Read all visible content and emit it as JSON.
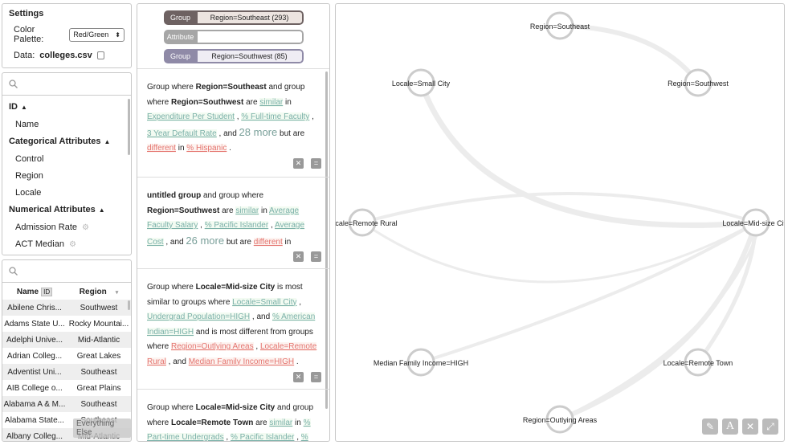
{
  "settings": {
    "title": "Settings",
    "palette_label": "Color Palette:",
    "palette_value": "Red/Green",
    "data_label": "Data:",
    "data_value": "colleges.csv"
  },
  "attributes": {
    "id_header": "ID",
    "id_items": [
      "Name"
    ],
    "categorical_header": "Categorical Attributes",
    "categorical_items": [
      "Control",
      "Region",
      "Locale"
    ],
    "numerical_header": "Numerical Attributes",
    "numerical_items": [
      "Admission Rate",
      "ACT Median"
    ]
  },
  "table": {
    "col_name": "Name",
    "col_region": "Region",
    "id_badge": "ID",
    "rows": [
      [
        "Abilene Chris...",
        "Southwest"
      ],
      [
        "Adams State U...",
        "Rocky Mountai..."
      ],
      [
        "Adelphi Unive...",
        "Mid-Atlantic"
      ],
      [
        "Adrian Colleg...",
        "Great Lakes"
      ],
      [
        "Adventist Uni...",
        "Southeast"
      ],
      [
        "AIB College o...",
        "Great Plains"
      ],
      [
        "Alabama A & M...",
        "Southeast"
      ],
      [
        "Alabama State...",
        "Southeast"
      ],
      [
        "Albany Colleg...",
        "Mid-Atlantic"
      ]
    ],
    "overlay": "Everything Else"
  },
  "chips": [
    {
      "key": "Group",
      "value": "Region=Southeast (293)",
      "color": "#6e6262"
    },
    {
      "key": "Attribute",
      "value": "",
      "color": "#a6a6a6"
    },
    {
      "key": "Group",
      "value": "Region=Southwest (85)",
      "color": "#8f8aa7"
    }
  ],
  "descriptions": {
    "d1": {
      "p1": "Group where ",
      "b1": "Region=Southeast",
      "p2": " and group where ",
      "b2": "Region=Southwest",
      "p3": " are ",
      "sim": "similar",
      "p4": " in ",
      "a1": "Expenditure Per Student",
      "a2": "% Full-time Faculty",
      "a3": "3 Year Default Rate",
      "p5": " , and ",
      "more": "28 more",
      "p6": " but are ",
      "dif": "different",
      "p7": " in ",
      "a4": "% Hispanic",
      "p8": " ."
    },
    "d2": {
      "b1": "untitled group",
      "p1": " and group where ",
      "b2": "Region=Southwest",
      "p2": " are ",
      "sim": "similar",
      "p3": " in ",
      "a1": "Average Faculty Salary",
      "a2": "% Pacific Islander",
      "a3": "Average Cost",
      "p4": " , and ",
      "more": "26 more",
      "p5": " but are ",
      "dif": "different",
      "p6": " in"
    },
    "d3": {
      "p1": "Group where ",
      "b1": "Locale=Mid-size City",
      "p2": " is most similar to groups where ",
      "a1": "Locale=Small City",
      "a2": "Undergrad Population=HIGH",
      "p3": " , and ",
      "a3": "% American Indian=HIGH",
      "p4": " and is most different from groups where ",
      "r1": "Region=Outlying Areas",
      "r2": "Locale=Remote Rural",
      "p5": " , and ",
      "r3": "Median Family Income=HIGH",
      "p6": " ."
    },
    "d4": {
      "p1": "Group where ",
      "b1": "Locale=Mid-size City",
      "p2": " and group where ",
      "b2": "Locale=Remote Town",
      "p3": " are ",
      "sim": "similar",
      "p4": " in ",
      "a1": "% Part-time Undergrads",
      "a2": "% Pacific Islander",
      "a3": "%"
    }
  },
  "graph": {
    "nodes": {
      "southeast": "Region=Southeast",
      "small_city": "Locale=Small City",
      "southwest": "Region=Southwest",
      "remote_rural": "Locale=Remote Rural",
      "mid_size": "Locale=Mid-size City",
      "median_income": "Median Family Income=HIGH",
      "remote_town": "Locale=Remote Town",
      "outlying": "Region=Outlying Areas"
    },
    "tools": {
      "text": "A"
    }
  }
}
